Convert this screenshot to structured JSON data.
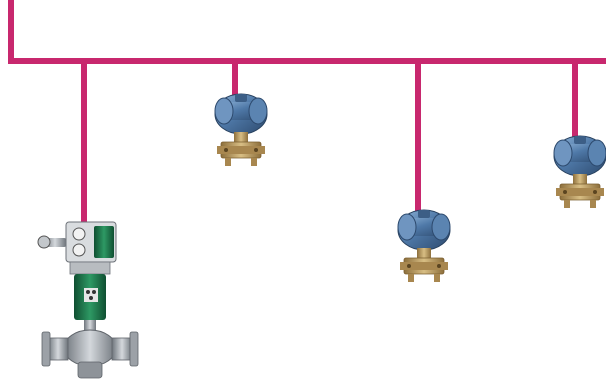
{
  "diagram": {
    "bus_color": "#c8286e",
    "devices": [
      {
        "id": "control-valve",
        "icon": "control-valve-icon"
      },
      {
        "id": "transmitter-1",
        "icon": "pressure-transmitter-icon"
      },
      {
        "id": "transmitter-2",
        "icon": "pressure-transmitter-icon"
      },
      {
        "id": "transmitter-3",
        "icon": "pressure-transmitter-icon"
      }
    ]
  },
  "colors": {
    "housing_blue": "#4f79a8",
    "housing_dark": "#2d4a6e",
    "brass": "#b89658",
    "valve_green": "#1f7a4f",
    "valve_steel": "#a9adb3"
  }
}
